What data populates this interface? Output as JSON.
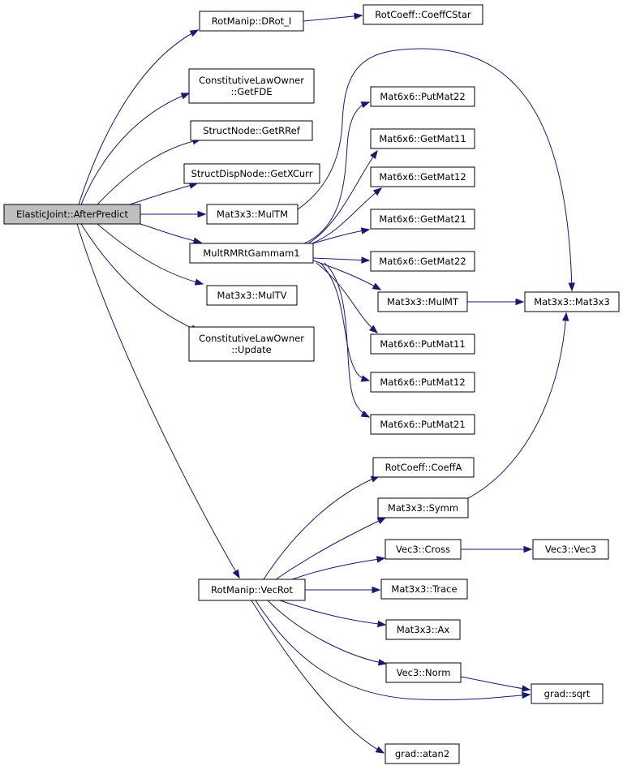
{
  "graph": {
    "edge_color": "#191970",
    "root_fill": "#bfbfbf",
    "nodes": [
      {
        "id": "ej_afterpredict",
        "lines": [
          "ElasticJoint::AfterPredict"
        ],
        "root": true
      },
      {
        "id": "rm_drot",
        "lines": [
          "RotManip::DRot_I"
        ]
      },
      {
        "id": "rc_coeffcstar",
        "lines": [
          "RotCoeff::CoeffCStar"
        ]
      },
      {
        "id": "clo_getfde",
        "lines": [
          "ConstitutiveLawOwner",
          "::GetFDE"
        ]
      },
      {
        "id": "sn_getrref",
        "lines": [
          "StructNode::GetRRef"
        ]
      },
      {
        "id": "sdn_getxcurr",
        "lines": [
          "StructDispNode::GetXCurr"
        ]
      },
      {
        "id": "m33_multm",
        "lines": [
          "Mat3x3::MulTM"
        ]
      },
      {
        "id": "multrmrt",
        "lines": [
          "MultRMRtGammam1"
        ]
      },
      {
        "id": "m33_multv",
        "lines": [
          "Mat3x3::MulTV"
        ]
      },
      {
        "id": "clo_update",
        "lines": [
          "ConstitutiveLawOwner",
          "::Update"
        ]
      },
      {
        "id": "m66_putmat22",
        "lines": [
          "Mat6x6::PutMat22"
        ]
      },
      {
        "id": "m66_getmat11",
        "lines": [
          "Mat6x6::GetMat11"
        ]
      },
      {
        "id": "m66_getmat12",
        "lines": [
          "Mat6x6::GetMat12"
        ]
      },
      {
        "id": "m66_getmat21",
        "lines": [
          "Mat6x6::GetMat21"
        ]
      },
      {
        "id": "m66_getmat22",
        "lines": [
          "Mat6x6::GetMat22"
        ]
      },
      {
        "id": "m33_mulmt",
        "lines": [
          "Mat3x3::MulMT"
        ]
      },
      {
        "id": "m33_mat3x3",
        "lines": [
          "Mat3x3::Mat3x3"
        ]
      },
      {
        "id": "m66_putmat11",
        "lines": [
          "Mat6x6::PutMat11"
        ]
      },
      {
        "id": "m66_putmat12",
        "lines": [
          "Mat6x6::PutMat12"
        ]
      },
      {
        "id": "m66_putmat21",
        "lines": [
          "Mat6x6::PutMat21"
        ]
      },
      {
        "id": "rc_coeffa",
        "lines": [
          "RotCoeff::CoeffA"
        ]
      },
      {
        "id": "m33_symm",
        "lines": [
          "Mat3x3::Symm"
        ]
      },
      {
        "id": "v3_cross",
        "lines": [
          "Vec3::Cross"
        ]
      },
      {
        "id": "v3_vec3",
        "lines": [
          "Vec3::Vec3"
        ]
      },
      {
        "id": "rm_vecrot",
        "lines": [
          "RotManip::VecRot"
        ]
      },
      {
        "id": "m33_trace",
        "lines": [
          "Mat3x3::Trace"
        ]
      },
      {
        "id": "m33_ax",
        "lines": [
          "Mat3x3::Ax"
        ]
      },
      {
        "id": "v3_norm",
        "lines": [
          "Vec3::Norm"
        ]
      },
      {
        "id": "grad_sqrt",
        "lines": [
          "grad::sqrt"
        ]
      },
      {
        "id": "grad_atan2",
        "lines": [
          "grad::atan2"
        ]
      }
    ],
    "edges": [
      {
        "from": "ej_afterpredict",
        "to": "rm_drot"
      },
      {
        "from": "ej_afterpredict",
        "to": "clo_getfde"
      },
      {
        "from": "ej_afterpredict",
        "to": "sn_getrref"
      },
      {
        "from": "ej_afterpredict",
        "to": "sdn_getxcurr"
      },
      {
        "from": "ej_afterpredict",
        "to": "m33_multm"
      },
      {
        "from": "ej_afterpredict",
        "to": "multrmrt"
      },
      {
        "from": "ej_afterpredict",
        "to": "m33_multv"
      },
      {
        "from": "ej_afterpredict",
        "to": "clo_update"
      },
      {
        "from": "ej_afterpredict",
        "to": "rm_vecrot"
      },
      {
        "from": "rm_drot",
        "to": "rc_coeffcstar"
      },
      {
        "from": "m33_multm",
        "to": "m33_mat3x3"
      },
      {
        "from": "multrmrt",
        "to": "m66_putmat22"
      },
      {
        "from": "multrmrt",
        "to": "m66_getmat11"
      },
      {
        "from": "multrmrt",
        "to": "m66_getmat12"
      },
      {
        "from": "multrmrt",
        "to": "m66_getmat21"
      },
      {
        "from": "multrmrt",
        "to": "m66_getmat22"
      },
      {
        "from": "multrmrt",
        "to": "m33_mulmt"
      },
      {
        "from": "multrmrt",
        "to": "m66_putmat11"
      },
      {
        "from": "multrmrt",
        "to": "m66_putmat12"
      },
      {
        "from": "multrmrt",
        "to": "m66_putmat21"
      },
      {
        "from": "m33_mulmt",
        "to": "m33_mat3x3"
      },
      {
        "from": "m33_symm",
        "to": "m33_mat3x3"
      },
      {
        "from": "v3_cross",
        "to": "v3_vec3"
      },
      {
        "from": "v3_norm",
        "to": "grad_sqrt"
      },
      {
        "from": "rm_vecrot",
        "to": "rc_coeffa"
      },
      {
        "from": "rm_vecrot",
        "to": "m33_symm"
      },
      {
        "from": "rm_vecrot",
        "to": "v3_cross"
      },
      {
        "from": "rm_vecrot",
        "to": "m33_trace"
      },
      {
        "from": "rm_vecrot",
        "to": "m33_ax"
      },
      {
        "from": "rm_vecrot",
        "to": "v3_norm"
      },
      {
        "from": "rm_vecrot",
        "to": "grad_sqrt"
      },
      {
        "from": "rm_vecrot",
        "to": "grad_atan2"
      }
    ]
  }
}
